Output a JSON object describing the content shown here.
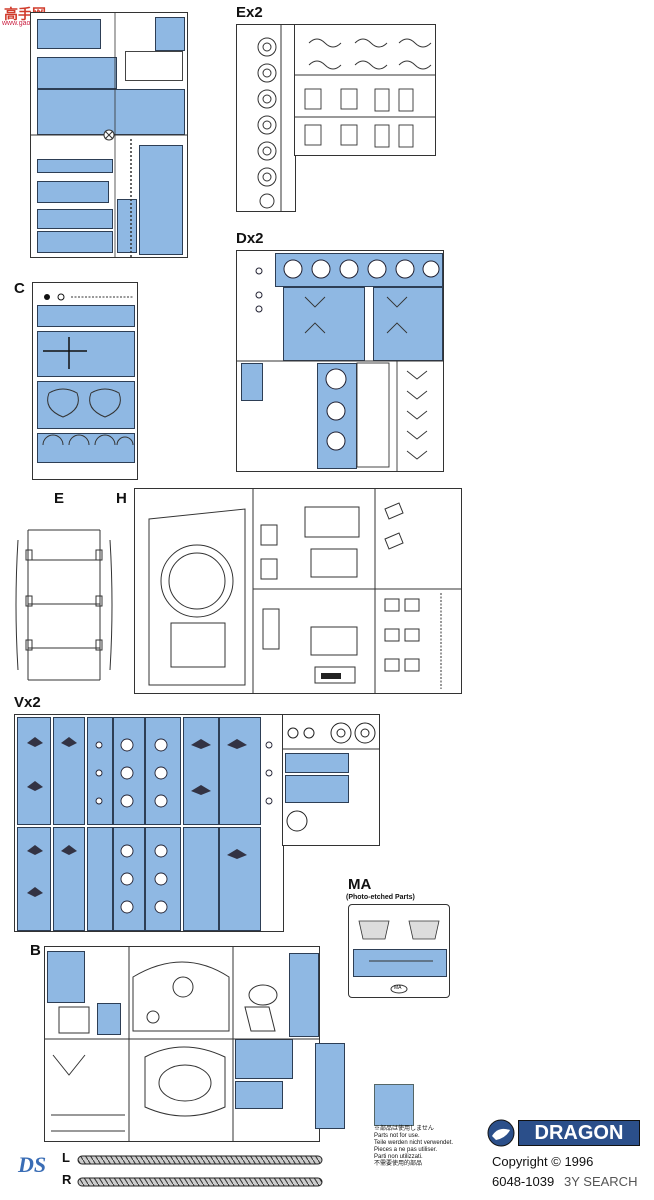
{
  "watermark": {
    "brand": "高手网",
    "url": "www.gaoshou.com"
  },
  "sprue_labels": {
    "ex2": "Ex2",
    "dx2": "Dx2",
    "c": "C",
    "e": "E",
    "h": "H",
    "vx2": "Vx2",
    "b": "B",
    "ma": "MA",
    "ma_sub": "(Photo-etched Parts)",
    "ma_tag": "MA",
    "l": "L",
    "r": "R"
  },
  "legend": {
    "lines": [
      "※部品は使用しません",
      "Parts not for use.",
      "Teile werden nicht verwendet.",
      "Pieces a ne pas utiliser.",
      "Parti non utilizzati.",
      "不需要使用的部品"
    ],
    "color": "#8fb8e3"
  },
  "footer": {
    "brand": "DRAGON",
    "copyright": "Copyright © 1996",
    "code": "6048-1039",
    "search": "3Y SEARCH",
    "ds_logo": "DS"
  },
  "colors": {
    "unused": "#8fb8e3",
    "outline": "#333333"
  }
}
